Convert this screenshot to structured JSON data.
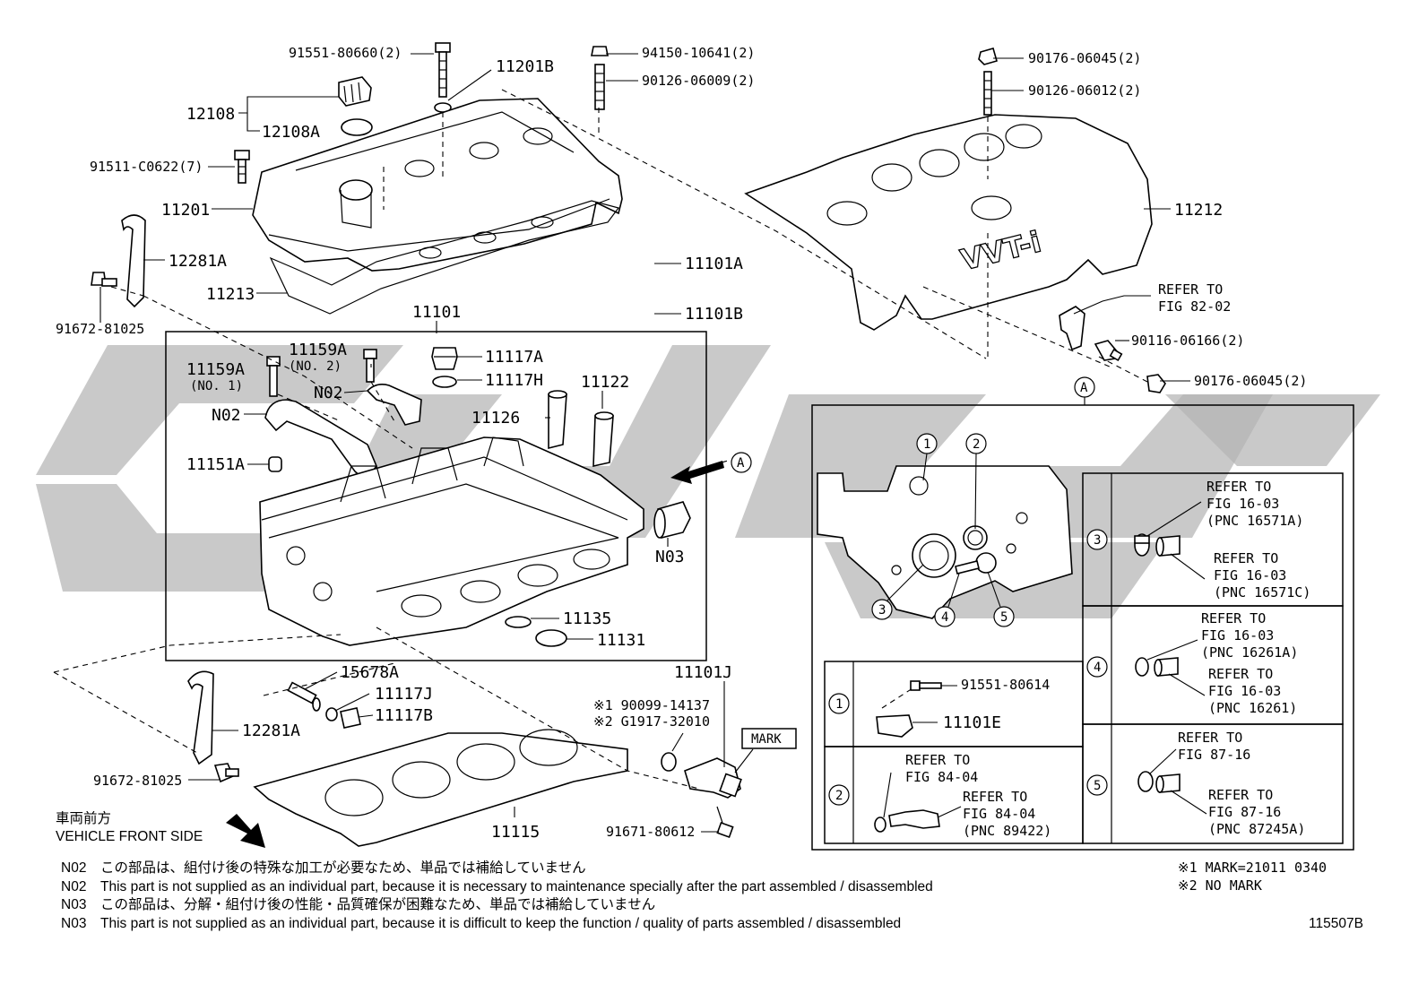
{
  "labels": {
    "l91551_80660": "91551-80660(2)",
    "l11201B": "11201B",
    "l94150": "94150-10641(2)",
    "l90126_06009": "90126-06009(2)",
    "l12108": "12108",
    "l12108A": "12108A",
    "l91511": "91511-C0622(7)",
    "l11201": "11201",
    "l12281A_top": "12281A",
    "l11213": "11213",
    "l91672_top": "91672-81025",
    "l11101": "11101",
    "l11101A": "11101A",
    "l11101B": "11101B",
    "l90176_top": "90176-06045(2)",
    "l90126_06012": "90126-06012(2)",
    "l11212": "11212",
    "l_refer_82": "REFER TO",
    "l_fig_82": "FIG 82-02",
    "l90116": "90116-06166(2)",
    "l90176_bot": "90176-06045(2)",
    "l11159A_no2": "11159A",
    "l11159A_no2_sub": "(NO. 2)",
    "l11159A_no1": "11159A",
    "l11159A_no1_sub": "(NO. 1)",
    "l11117A": "11117A",
    "l11117H": "11117H",
    "l11122": "11122",
    "l11126": "11126",
    "lN02_a": "N02",
    "lN02_b": "N02",
    "l11151A": "11151A",
    "lN03": "N03",
    "l11135": "11135",
    "l11131": "11131",
    "l15678A": "15678A",
    "l11117J": "11117J",
    "l11117B": "11117B",
    "l12281A_bot": "12281A",
    "l91672_bot": "91672-81025",
    "l11115": "11115",
    "l11101J": "11101J",
    "l90099": "※1 90099-14137",
    "lG1917": "※2 G1917-32010",
    "l_mark": "MARK",
    "l91671": "91671-80612",
    "l_front_jp": "車両前方",
    "l_front_en": "VEHICLE FRONT SIDE",
    "callout_A": "A",
    "callout_A2": "A"
  },
  "detail": {
    "nums": [
      "1",
      "2",
      "3",
      "4",
      "5"
    ],
    "box1_part1": "91551-80614",
    "box1_part2": "11101E",
    "box2_refer1": "REFER TO",
    "box2_fig1": "FIG 84-04",
    "box2_refer2": "REFER TO",
    "box2_fig2": "FIG 84-04",
    "box2_pnc2": "(PNC 89422)",
    "box3_refer1": "REFER TO",
    "box3_fig1": "FIG 16-03",
    "box3_pnc1": "(PNC 16571A)",
    "box3_refer2": "REFER TO",
    "box3_fig2": "FIG 16-03",
    "box3_pnc2": "(PNC 16571C)",
    "box4_refer1": "REFER TO",
    "box4_fig1": "FIG 16-03",
    "box4_pnc1": "(PNC 16261A)",
    "box4_refer2": "REFER TO",
    "box4_fig2": "FIG 16-03",
    "box4_pnc2": "(PNC 16261)",
    "box5_refer1": "REFER TO",
    "box5_fig1": "FIG 87-16",
    "box5_refer2": "REFER TO",
    "box5_fig2": "FIG 87-16",
    "box5_pnc2": "(PNC 87245A)"
  },
  "notes": [
    {
      "code": "N02",
      "text": "この部品は、組付け後の特殊な加工が必要なため、単品では補給していません"
    },
    {
      "code": "N02",
      "text": "This part is not supplied as an individual part, because it is necessary to maintenance specially after the part assembled / disassembled"
    },
    {
      "code": "N03",
      "text": "この部品は、分解・組付け後の性能・品質確保が困難なため、単品では補給していません"
    },
    {
      "code": "N03",
      "text": "This part is not supplied as an individual part, because it is difficult to keep the function / quality of parts  assembled / disassembled"
    }
  ],
  "marks": {
    "m1": "※1  MARK=21011 0340",
    "m2": "※2  NO MARK"
  },
  "figure_id": "115507B",
  "cover_emblem": "VVT-i"
}
